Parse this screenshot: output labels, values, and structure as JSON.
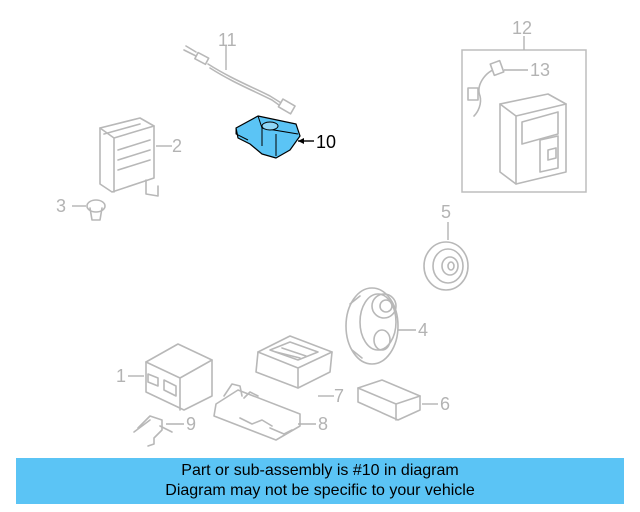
{
  "callouts": {
    "c1": "1",
    "c2": "2",
    "c3": "3",
    "c4": "4",
    "c5": "5",
    "c6": "6",
    "c7": "7",
    "c8": "8",
    "c9": "9",
    "c10": "10",
    "c11": "11",
    "c12": "12",
    "c13": "13"
  },
  "highlight": {
    "part": "10",
    "color": "#5bc4f5"
  },
  "banner": {
    "line1": "Part or sub-assembly is #10 in diagram",
    "line2": "Diagram may not be specific to your vehicle",
    "background": "#5bc4f5"
  }
}
